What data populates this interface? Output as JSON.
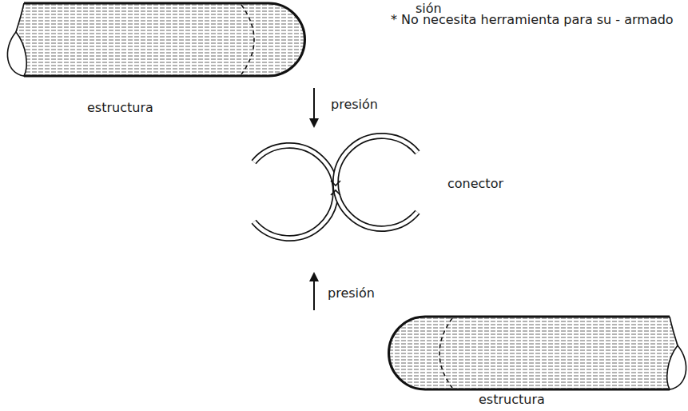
{
  "diagram": {
    "labels": [
      "sión",
      "* No necesita herramienta para su - armado",
      "estructura",
      "presión",
      "conector",
      "presión",
      "estructura"
    ]
  }
}
